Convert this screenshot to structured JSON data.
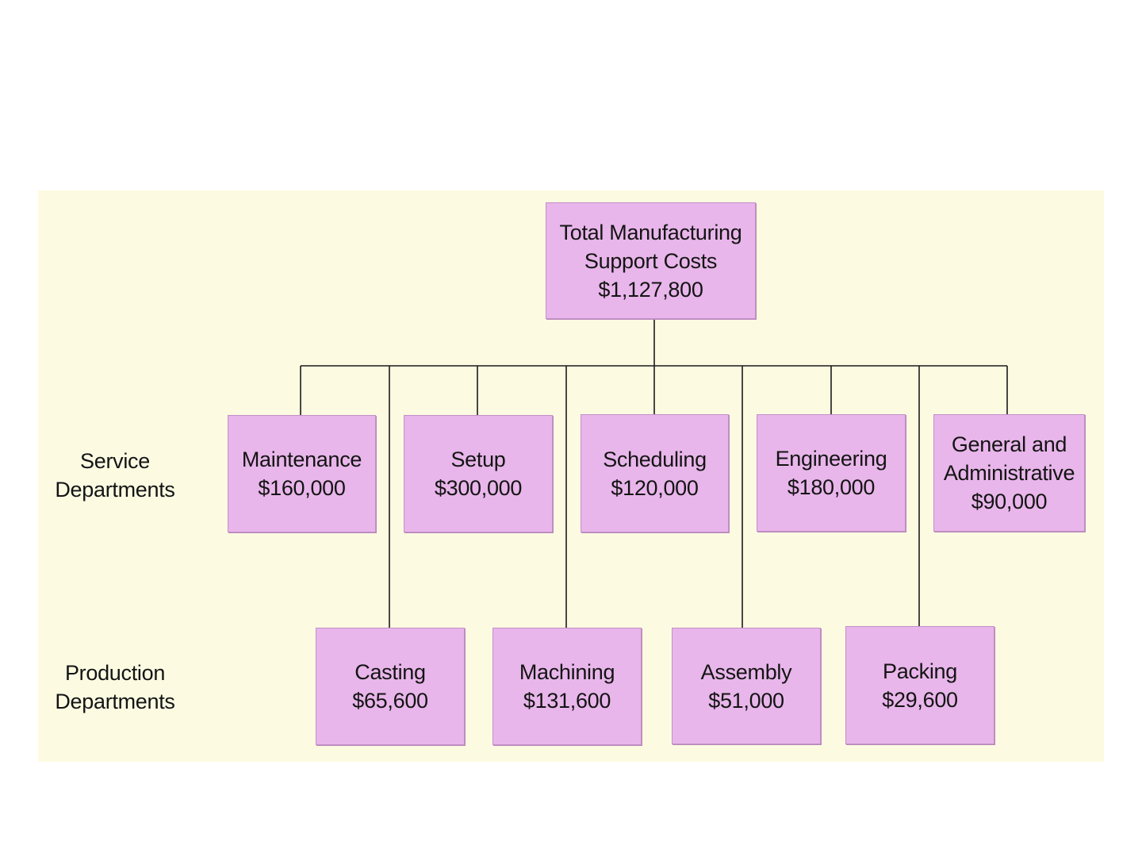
{
  "row_labels": {
    "service": [
      "Service",
      "Departments"
    ],
    "production": [
      "Production",
      "Departments"
    ]
  },
  "root": {
    "lines": [
      "Total Manufacturing",
      "Support Costs"
    ],
    "amount": "$1,127,800"
  },
  "service_departments": [
    {
      "lines": [
        "Maintenance"
      ],
      "amount": "$160,000"
    },
    {
      "lines": [
        "Setup"
      ],
      "amount": "$300,000"
    },
    {
      "lines": [
        "Scheduling"
      ],
      "amount": "$120,000"
    },
    {
      "lines": [
        "Engineering"
      ],
      "amount": "$180,000"
    },
    {
      "lines": [
        "General and",
        "Administrative"
      ],
      "amount": "$90,000"
    }
  ],
  "production_departments": [
    {
      "lines": [
        "Casting"
      ],
      "amount": "$65,600"
    },
    {
      "lines": [
        "Machining"
      ],
      "amount": "$131,600"
    },
    {
      "lines": [
        "Assembly"
      ],
      "amount": "$51,000"
    },
    {
      "lines": [
        "Packing"
      ],
      "amount": "$29,600"
    }
  ],
  "colors": {
    "box_fill": "#e8b6ea",
    "panel_background": "#fcfbe2",
    "connector": "#1a1a1a"
  }
}
